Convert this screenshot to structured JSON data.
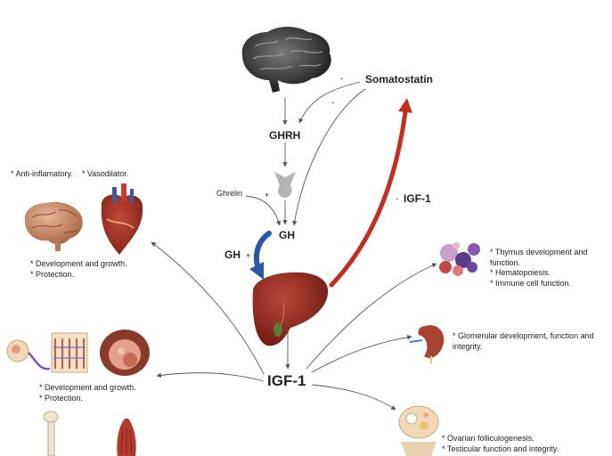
{
  "hormones": {
    "somatostatin": "Somatostatin",
    "ghrh": "GHRH",
    "ghrelin": "Ghrelin",
    "gh_pituitary": "GH",
    "gh_blue": "GH",
    "igf1_feedback": "IGF-1",
    "igf1_main": "IGF-1"
  },
  "signs": {
    "minus_somato_brain": "-",
    "minus_somato_pit": "-",
    "plus_ghrelin": "+",
    "plus_gh": "+",
    "minus_igf": "-"
  },
  "effects": {
    "brain_heart_top": [
      "Anti-inflamatory.",
      "Vasodilator."
    ],
    "brain_heart_bottom": [
      "Development and growth.",
      "Protection."
    ],
    "fetal": [
      "Development and growth.",
      "Protection."
    ],
    "thymus": [
      "Thymus development and function.",
      "Hematopoiesis.",
      "Immune cell function."
    ],
    "kidney": [
      "Glomerular development, function and integrity."
    ],
    "gonads": [
      "Ovarian folliculogenesis.",
      "Testicular function and integrity."
    ]
  },
  "colors": {
    "red_arrow": "#c62d1f",
    "blue_arrow": "#2a56a8",
    "thin_arrow": "#555555",
    "liver": "#8e2a1e"
  }
}
